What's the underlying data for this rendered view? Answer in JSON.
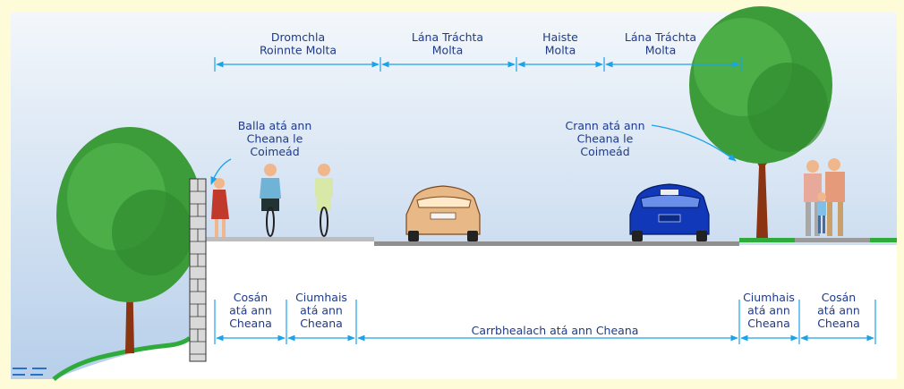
{
  "colors": {
    "background": "#fdfbd8",
    "sky_top": "#eef3f8",
    "sky_bottom": "#b9d1ec",
    "dimension_line": "#1aa3e8",
    "label_text": "#1e3a8a",
    "grass": "#2eab3a",
    "tree_leaves": "#3d9c3a",
    "trunk": "#8a3412",
    "wall_brick": "#8a2a1c",
    "car_gold": "#e8b987",
    "car_blue": "#1038b8"
  },
  "proposed": {
    "shared_surface": "Dromchla\nRoinnte Molta",
    "traffic_lane_1": "Lána Tráchta\nMolta",
    "hatch": "Haiste\nMolta",
    "traffic_lane_2": "Lána Tráchta\nMolta"
  },
  "callouts": {
    "wall": "Balla atá ann\nCheana le\nCoimeád",
    "tree": "Crann atá ann\nCheana le\nCoimeád"
  },
  "existing": {
    "footpath_left": "Cosán\natá ann\nCheana",
    "verge_left": "Ciumhais\natá ann\nCheana",
    "carriageway": "Carrbhealach atá ann Cheana",
    "verge_right": "Ciumhais\natá ann\nCheana",
    "footpath_right": "Cosán\natá ann\nCheana"
  },
  "icons": [
    "tree-icon",
    "brick-wall-icon",
    "pedestrian-icon",
    "cyclist-icon",
    "car-icon",
    "family-pedestrians-icon",
    "water-icon"
  ]
}
